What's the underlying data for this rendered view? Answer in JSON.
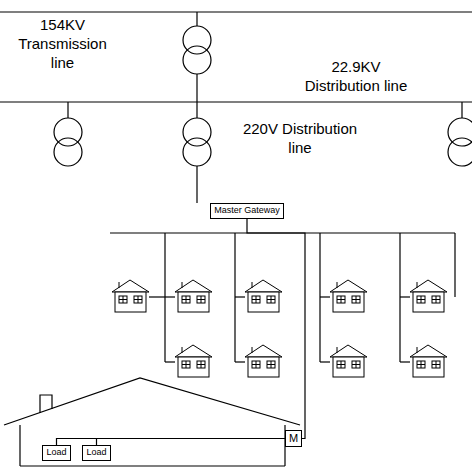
{
  "diagram": {
    "nodes": [
      {
        "text": [
          "Master Gateway"
        ]
      },
      {
        "text": [
          "M"
        ]
      },
      {
        "text": [
          "Load"
        ]
      },
      {
        "text": [
          "Load"
        ]
      }
    ],
    "edges": [
      {
        "from": 0,
        "to": 1,
        "arrow": "none"
      },
      {
        "from": 1,
        "to": 2,
        "arrow": "none"
      },
      {
        "from": 1,
        "to": 3,
        "arrow": "none"
      }
    ],
    "labels": [
      "154KV Transmission line",
      "22.9KV Distribution line",
      "220V Distribution line"
    ]
  }
}
